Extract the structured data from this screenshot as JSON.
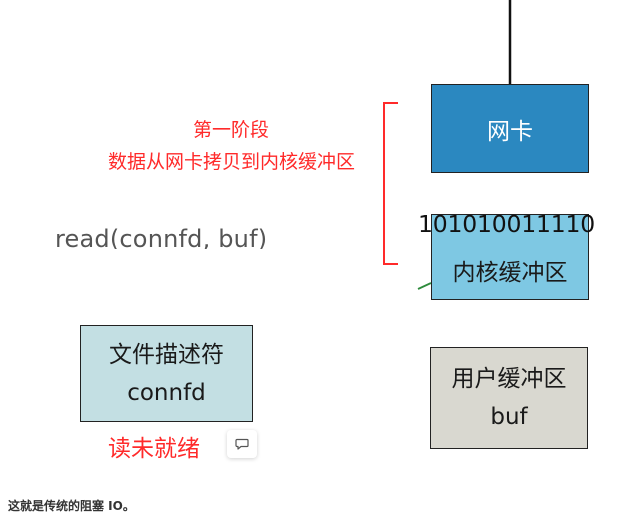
{
  "diagram": {
    "stage": {
      "title": "第一阶段",
      "description": "数据从网卡拷贝到内核缓冲区"
    },
    "read_call": "read(connfd, buf)",
    "nic_box": {
      "label": "网卡",
      "color": "#2b88c0"
    },
    "kernel_buffer": {
      "bits": "101010011110",
      "label": "内核缓冲区",
      "color": "#7ec8e3"
    },
    "fd_box": {
      "line1": "文件描述符",
      "line2": "connfd",
      "color": "#c3dfe3"
    },
    "user_buffer": {
      "line1": "用户缓冲区",
      "line2": "buf",
      "color": "#d9d8d0"
    },
    "status": "读未就绪",
    "annotation_color": "#ff2a2a"
  },
  "comment_icon": "comment-icon",
  "caption": "这就是传统的阻塞 IO。"
}
